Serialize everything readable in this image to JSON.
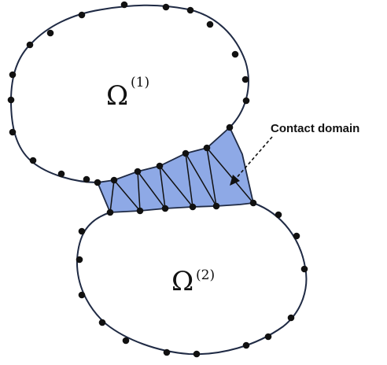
{
  "colors": {
    "outline": "#1f2a44",
    "node": "#111111",
    "contact_fill": "#8ea9e6",
    "contact_stroke": "#1f2a44",
    "background": "#ffffff"
  },
  "body1": {
    "symbol": "Ω",
    "superscript": "(1)"
  },
  "body2": {
    "symbol": "Ω",
    "superscript": "(2)"
  },
  "callout": {
    "text": "Contact domain"
  }
}
